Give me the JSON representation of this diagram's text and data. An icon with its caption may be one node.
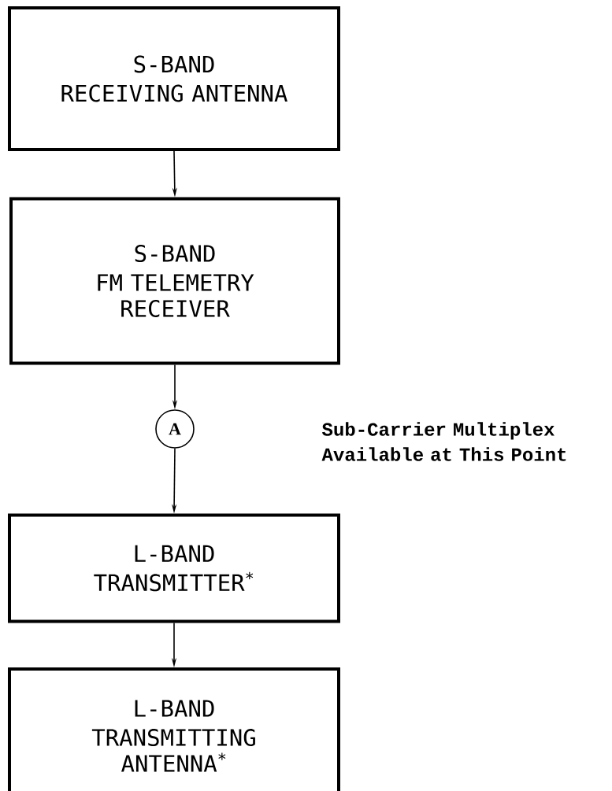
{
  "diagram": {
    "nodes": [
      {
        "text": [
          "S-BAND",
          "RECEIVING ANTENNA"
        ]
      },
      {
        "text": [
          "S-BAND",
          "FM TELEMETRY RECEIVER"
        ]
      },
      {
        "text": [
          "A"
        ]
      },
      {
        "text": [
          "L-BAND",
          "TRANSMITTER$^{*}$"
        ]
      },
      {
        "text": [
          "L-BAND",
          "TRANSMITTING ANTENNA$^{*}$"
        ]
      }
    ],
    "edges": [
      {
        "from": 0,
        "to": 1,
        "arrow": "to"
      },
      {
        "from": 1,
        "to": 2,
        "arrow": "to"
      },
      {
        "from": 2,
        "to": 3,
        "arrow": "to"
      },
      {
        "from": 3,
        "to": 4,
        "arrow": "to"
      }
    ],
    "labels": [
      "Sub-Carrier Multiplex Available at This Point"
    ]
  }
}
